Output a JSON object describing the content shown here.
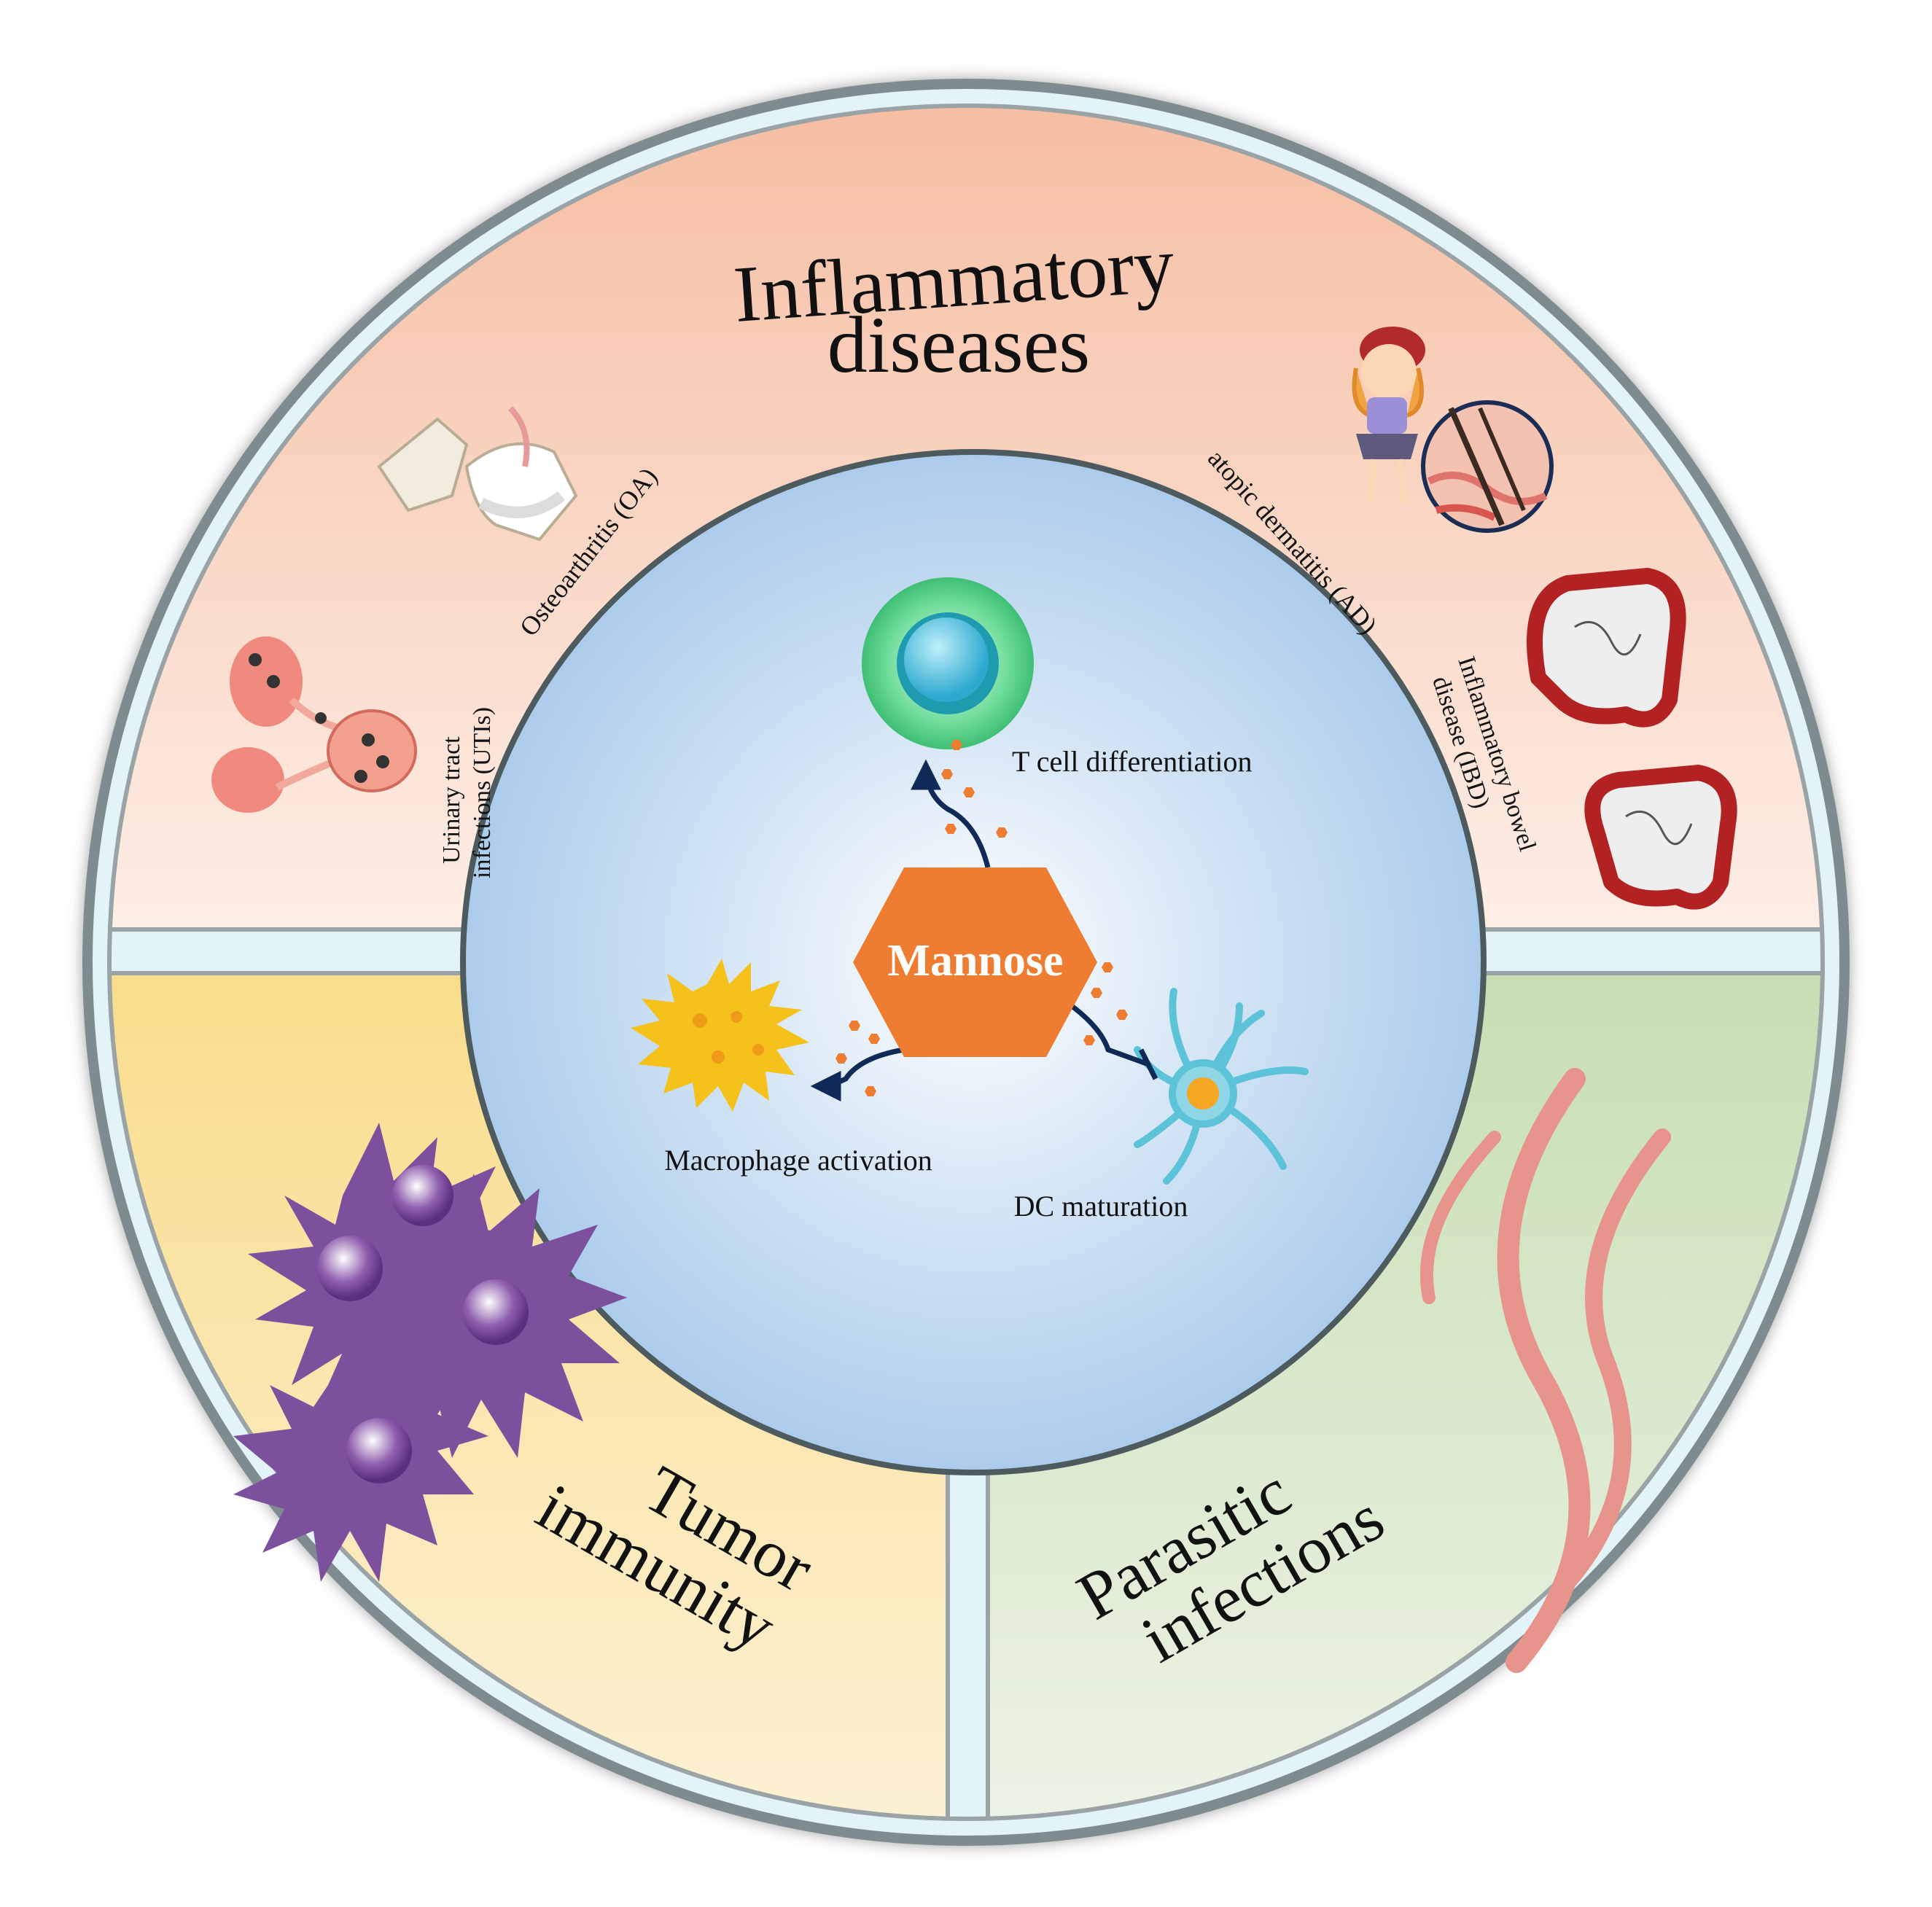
{
  "center": {
    "label": "Mannose"
  },
  "effects": {
    "t_cell": "T cell differentiation",
    "macrophage": "Macrophage activation",
    "dc": "DC maturation"
  },
  "sectors": {
    "inflammatory": {
      "title_line1": "Inflammatory",
      "title_line2": "diseases",
      "items": {
        "oa": "Osteoarthritis (OA)",
        "uti_line1": "Urinary tract",
        "uti_line2": "infections (UTIs)",
        "ad": "atopic dermatitis (AD)",
        "ibd_line1": "Inflammatory bowel",
        "ibd_line2": "disease (IBD)"
      }
    },
    "tumor": {
      "title_line1": "Tumor",
      "title_line2": "immunity"
    },
    "parasitic": {
      "title_line1": "Parasitic",
      "title_line2": "infections"
    }
  },
  "colors": {
    "inflammatory_bg": "#f7c4a8",
    "tumor_bg": "#fbe7a8",
    "parasitic_bg": "#d8e8c6",
    "center_bg": "#b5d3ee",
    "hexagon": "#ee7d31",
    "ring": "#dff3f7",
    "arrow": "#0f2a57"
  },
  "icons": [
    "knee-joint-icon",
    "urinary-tract-icon",
    "child-scratching-icon",
    "skin-section-icon",
    "colon-icon",
    "t-cell-icon",
    "macrophage-icon",
    "dendritic-cell-icon",
    "tumor-cells-icon",
    "parasite-worm-icon"
  ]
}
